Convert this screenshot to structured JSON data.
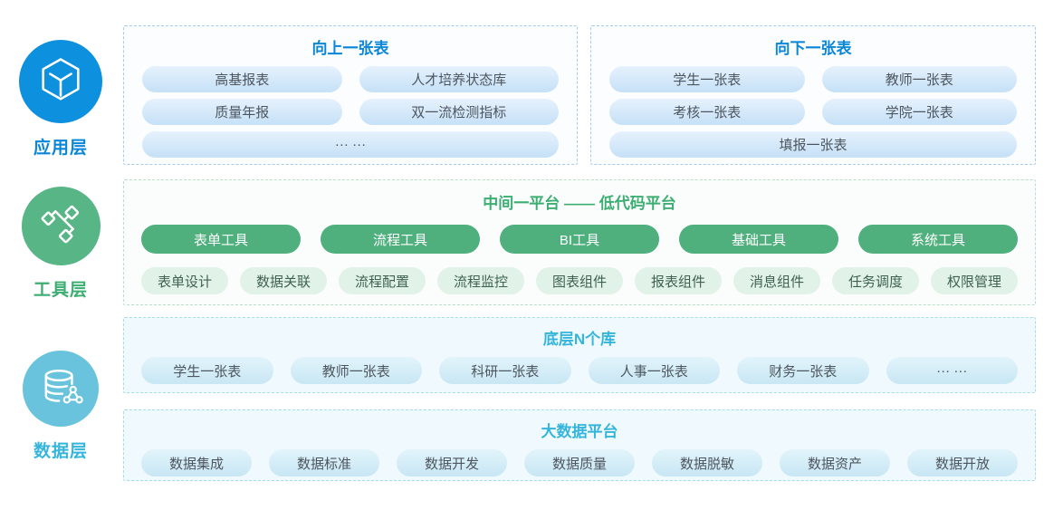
{
  "layers": [
    {
      "label": "应用层",
      "icon": "cube-icon",
      "color": "#0d90dd"
    },
    {
      "label": "工具层",
      "icon": "sitemap-icon",
      "color": "#58b585"
    },
    {
      "label": "数据层",
      "icon": "database-share-icon",
      "color": "#69c3dc"
    }
  ],
  "app_layer": {
    "up": {
      "title": "向上一张表",
      "pills": [
        "高基报表",
        "人才培养状态库",
        "质量年报",
        "双一流检测指标"
      ],
      "more": "··· ···"
    },
    "down": {
      "title": "向下一张表",
      "pills": [
        "学生一张表",
        "教师一张表",
        "考核一张表",
        "学院一张表"
      ],
      "wide_pill": "填报一张表"
    }
  },
  "tool_layer": {
    "title": "中间一平台 —— 低代码平台",
    "tools": [
      "表单工具",
      "流程工具",
      "BI工具",
      "基础工具",
      "系统工具"
    ],
    "features": [
      "表单设计",
      "数据关联",
      "流程配置",
      "流程监控",
      "图表组件",
      "报表组件",
      "消息组件",
      "任务调度",
      "权限管理"
    ]
  },
  "data_layer": {
    "databases": {
      "title": "底层N个库",
      "pills": [
        "学生一张表",
        "教师一张表",
        "科研一张表",
        "人事一张表",
        "财务一张表",
        "··· ···"
      ]
    },
    "bigdata": {
      "title": "大数据平台",
      "pills": [
        "数据集成",
        "数据标准",
        "数据开发",
        "数据质量",
        "数据脱敏",
        "数据资产",
        "数据开放"
      ]
    }
  },
  "colors": {
    "blue_title": "#0a86d9",
    "green_title": "#3cae72",
    "teal_title": "#35b5dc",
    "app_circle": "#0d90dd",
    "tool_circle": "#58b585",
    "data_circle": "#69c3dc",
    "green_button": "#4fb07e",
    "blue_pill": "#c7e1f7",
    "teal_pill": "#c9e7f4",
    "light_green_pill": "#e1f2e8"
  }
}
